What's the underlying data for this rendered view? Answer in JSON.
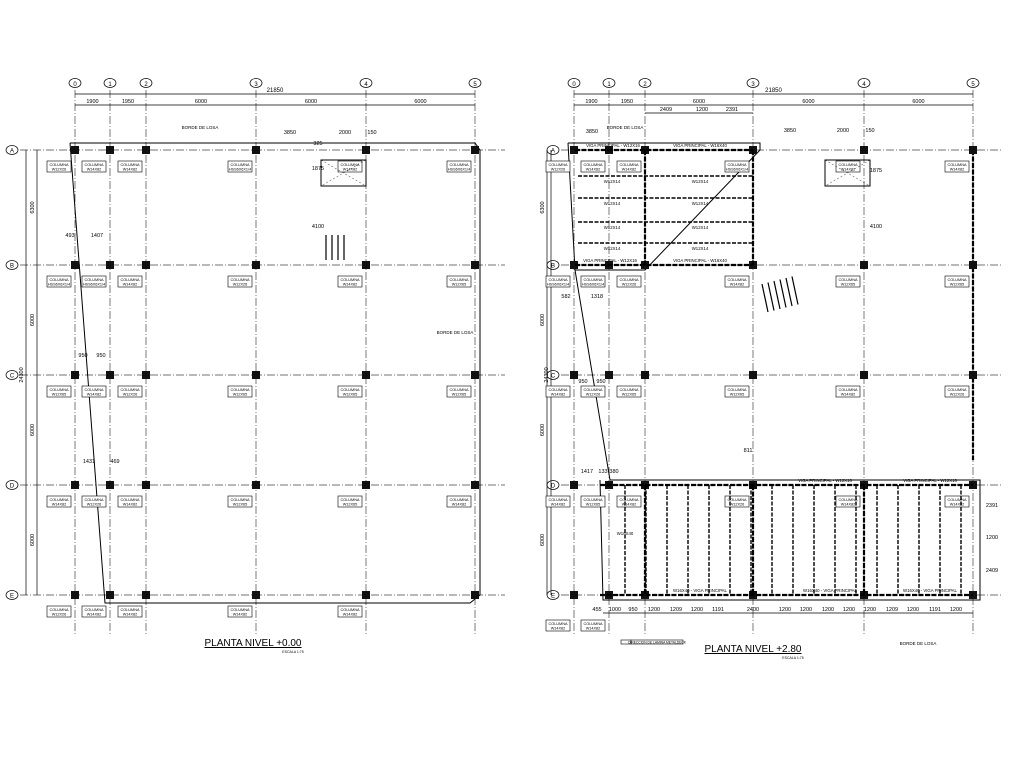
{
  "plans": [
    {
      "title": "PLANTA NIVEL +0.00",
      "scale": "ESCALA 1:75",
      "axes_x": [
        "0",
        "1",
        "2",
        "3",
        "4",
        "5"
      ],
      "axes_y": [
        "A",
        "B",
        "C",
        "D",
        "E"
      ],
      "total_width": "21850",
      "spans_x": [
        "1900",
        "1950",
        "6000",
        "6000",
        "6000"
      ],
      "total_height": "24300",
      "spans_y": [
        "6300",
        "6000",
        "6000",
        "6000"
      ],
      "extra_dims": [
        "3850",
        "2000",
        "150",
        "325",
        "1875",
        "4100",
        "493",
        "1407",
        "950",
        "950",
        "1431",
        "469"
      ],
      "slab_edge_label": "BORDE DE LOSA",
      "columns": [
        {
          "line1": "COLUMNA",
          "line2": "W12X26"
        },
        {
          "line1": "COLUMNA",
          "line2": "W14X82"
        },
        {
          "line1": "COLUMNA",
          "line2": "W14X82"
        },
        {
          "line1": "COLUMNA",
          "line2": "HSS6X6X1/4"
        },
        {
          "line1": "COLUMNA",
          "line2": "W14X82"
        },
        {
          "line1": "COLUMNA",
          "line2": "HSS6X6X1/4"
        },
        {
          "line1": "COLUMNA",
          "line2": "HSS6X6X1/4"
        },
        {
          "line1": "COLUMNA",
          "line2": "HSS6X6X1/4"
        },
        {
          "line1": "COLUMNA",
          "line2": "W14X82"
        },
        {
          "line1": "COLUMNA",
          "line2": "W12X26"
        },
        {
          "line1": "COLUMNA",
          "line2": "W14X82"
        },
        {
          "line1": "COLUMNA",
          "line2": "W12X65"
        },
        {
          "line1": "COLUMNA",
          "line2": "W12X65"
        },
        {
          "line1": "COLUMNA",
          "line2": "W14X82"
        },
        {
          "line1": "COLUMNA",
          "line2": "W12X26"
        },
        {
          "line1": "COLUMNA",
          "line2": "W12X65"
        },
        {
          "line1": "COLUMNA",
          "line2": "W12X65"
        },
        {
          "line1": "COLUMNA",
          "line2": "W12X65"
        },
        {
          "line1": "COLUMNA",
          "line2": "W14X82"
        },
        {
          "line1": "COLUMNA",
          "line2": "W12X26"
        },
        {
          "line1": "COLUMNA",
          "line2": "W14X82"
        },
        {
          "line1": "COLUMNA",
          "line2": "W12X65"
        },
        {
          "line1": "COLUMNA",
          "line2": "W12X65"
        },
        {
          "line1": "COLUMNA",
          "line2": "W14X82"
        },
        {
          "line1": "COLUMNA",
          "line2": "W12X26"
        },
        {
          "line1": "COLUMNA",
          "line2": "W14X82"
        },
        {
          "line1": "COLUMNA",
          "line2": "W14X82"
        },
        {
          "line1": "COLUMNA",
          "line2": "W14X82"
        },
        {
          "line1": "COLUMNA",
          "line2": "W14X82"
        }
      ]
    },
    {
      "title": "PLANTA NIVEL +2.80",
      "scale": "ESCALA 1:75",
      "axes_x": [
        "0",
        "1",
        "2",
        "3",
        "4",
        "5"
      ],
      "axes_y": [
        "A",
        "B",
        "C",
        "D",
        "E"
      ],
      "total_width": "21850",
      "spans_x": [
        "1900",
        "1950",
        "6000",
        "6000",
        "6000"
      ],
      "sub_spans_top": [
        "3850",
        "2409",
        "1200",
        "2391"
      ],
      "total_height": "24300",
      "spans_y": [
        "6300",
        "6000",
        "6000",
        "6000"
      ],
      "bottom_dims": [
        "455",
        "1000",
        "950",
        "1200",
        "1209",
        "1200",
        "1191",
        "2400",
        "1200",
        "1200",
        "1200",
        "1200",
        "1200",
        "1209",
        "1200",
        "1191",
        "1200"
      ],
      "extra_dims": [
        "3850",
        "2000",
        "150",
        "1875",
        "4100",
        "582",
        "1318",
        "950",
        "950",
        "1417",
        "133",
        "380",
        "811",
        "2391",
        "1200",
        "2409"
      ],
      "slab_edge_label": "BORDE DE LOSA",
      "deck_direction_label": "DIRECCION DE LAMINA METALDECK",
      "beams": [
        "VIGA PRINCIPAL - W12X16",
        "VIGA PRINCIPAL - W16X40",
        "VIGA PRINCIPAL - W16X40",
        "VIGA PRINCIPAL - W12X16",
        "VIGA PRINCIPAL - W12X16",
        "VIGA PRINCIPAL - W12X16",
        "W16X40 - VIGA PRINCIPAL",
        "W16X40 - VIGA PRINCIPAL",
        "W16X40 - VIGA PRINCIPAL"
      ],
      "joists": [
        "W12X14",
        "W12X14",
        "W12X14",
        "W12X14",
        "W12X14",
        "W12X14",
        "W12X14",
        "W12X14",
        "W16X40"
      ],
      "columns": [
        {
          "line1": "COLUMNA",
          "line2": "W12X26"
        },
        {
          "line1": "COLUMNA",
          "line2": "W14X82"
        },
        {
          "line1": "COLUMNA",
          "line2": "W14X82"
        },
        {
          "line1": "COLUMNA",
          "line2": "HSS6X6X1/4"
        },
        {
          "line1": "COLUMNA",
          "line2": "W14X82"
        },
        {
          "line1": "COLUMNA",
          "line2": "W14X82"
        },
        {
          "line1": "COLUMNA",
          "line2": "HSS6X6X1/4"
        },
        {
          "line1": "COLUMNA",
          "line2": "HSS6X6X1/4"
        },
        {
          "line1": "COLUMNA",
          "line2": "W12X26"
        },
        {
          "line1": "COLUMNA",
          "line2": "W14X82"
        },
        {
          "line1": "COLUMNA",
          "line2": "W12X65"
        },
        {
          "line1": "COLUMNA",
          "line2": "W12X65"
        },
        {
          "line1": "COLUMNA",
          "line2": "W14X82"
        },
        {
          "line1": "COLUMNA",
          "line2": "W12X26"
        },
        {
          "line1": "COLUMNA",
          "line2": "W12X65"
        },
        {
          "line1": "COLUMNA",
          "line2": "W12X65"
        },
        {
          "line1": "COLUMNA",
          "line2": "W14X82"
        },
        {
          "line1": "COLUMNA",
          "line2": "W12X26"
        },
        {
          "line1": "COLUMNA",
          "line2": "W14X82"
        },
        {
          "line1": "COLUMNA",
          "line2": "W12X65"
        },
        {
          "line1": "COLUMNA",
          "line2": "W14X82"
        },
        {
          "line1": "COLUMNA",
          "line2": "W12X26"
        },
        {
          "line1": "COLUMNA",
          "line2": "W14X82"
        },
        {
          "line1": "COLUMNA",
          "line2": "W14X82"
        },
        {
          "line1": "COLUMNA",
          "line2": "W14X82"
        },
        {
          "line1": "COLUMNA",
          "line2": "W14X82"
        }
      ]
    }
  ]
}
